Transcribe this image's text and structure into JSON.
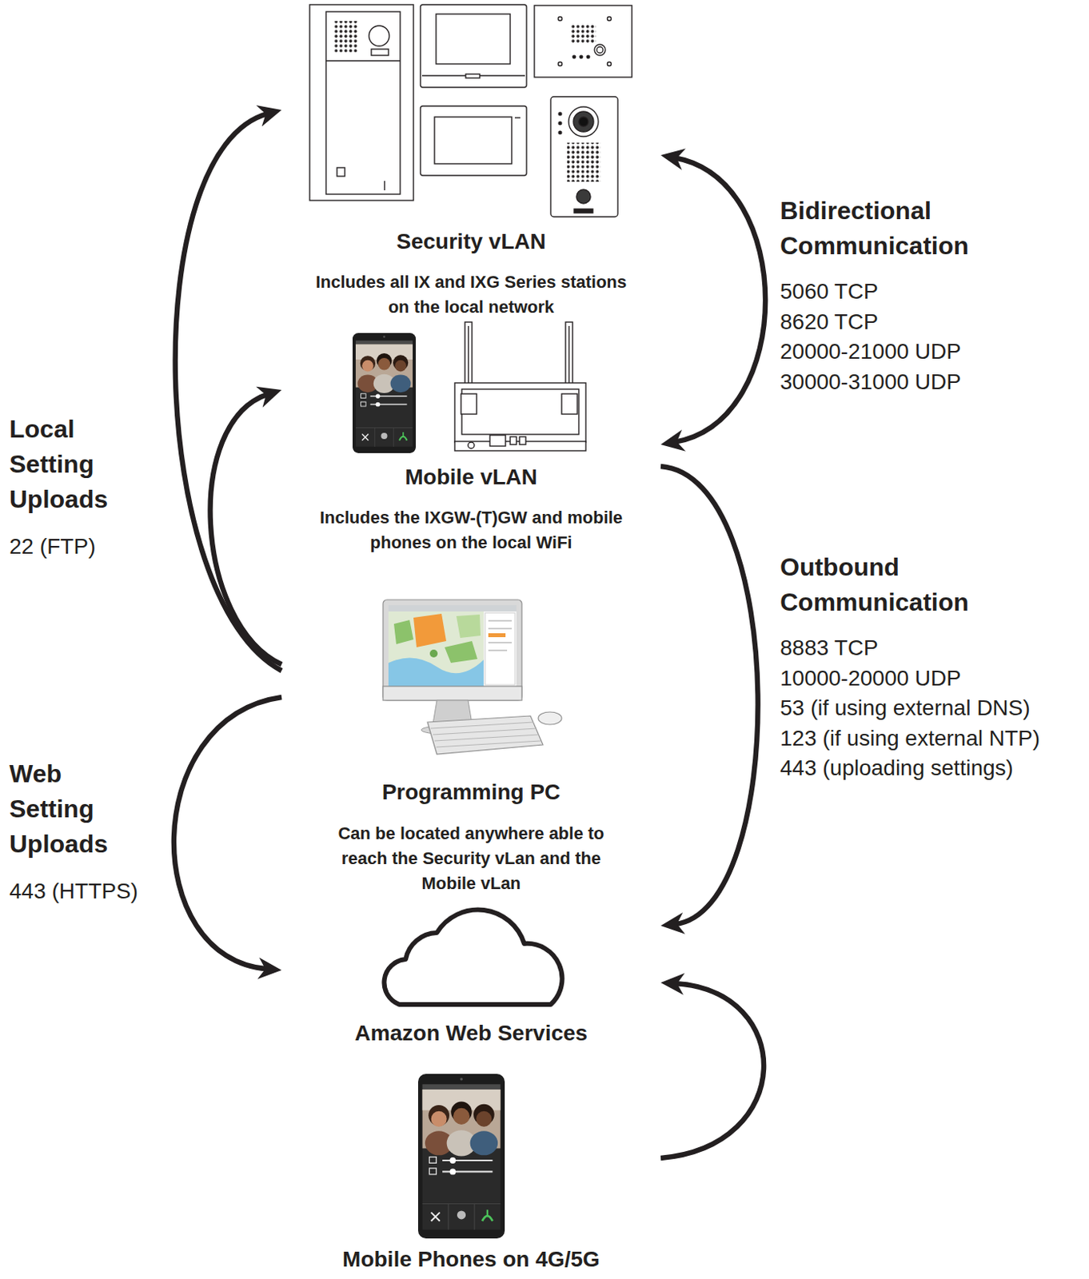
{
  "diagram": {
    "nodes": [
      {
        "text": [
          "Security vLAN",
          "Includes all IX and IXG Series stations on the local network"
        ]
      },
      {
        "text": [
          "Mobile vLAN",
          "Includes the IXGW-(T)GW and mobile phones on the local WiFi"
        ]
      },
      {
        "text": [
          "Programming PC",
          "Can be located anywhere able to reach the Security vLan and the Mobile vLan"
        ]
      },
      {
        "text": [
          "Amazon Web Services"
        ]
      },
      {
        "text": [
          "Mobile Phones on 4G/5G"
        ]
      }
    ],
    "edges": [
      {
        "from": 2,
        "to": 0,
        "arrow": "to"
      },
      {
        "from": 2,
        "to": 1,
        "arrow": "to"
      },
      {
        "from": 0,
        "to": 1,
        "arrow": "both"
      },
      {
        "from": 1,
        "to": 3,
        "arrow": "to"
      },
      {
        "from": 2,
        "to": 3,
        "arrow": "to"
      },
      {
        "from": 4,
        "to": 3,
        "arrow": "to"
      }
    ],
    "labels": [
      "Local Setting Uploads",
      "22 (FTP)",
      "Web Setting Uploads",
      "443 (HTTPS)",
      "Bidirectional Communication",
      "5060 TCP",
      "8620 TCP",
      "20000-21000 UDP",
      "30000-31000 UDP",
      "Outbound Communication",
      "8883 TCP",
      "10000-20000 UDP",
      "53 (if using external DNS)",
      "123 (if using external NTP)",
      "443 (uploading settings)"
    ]
  }
}
